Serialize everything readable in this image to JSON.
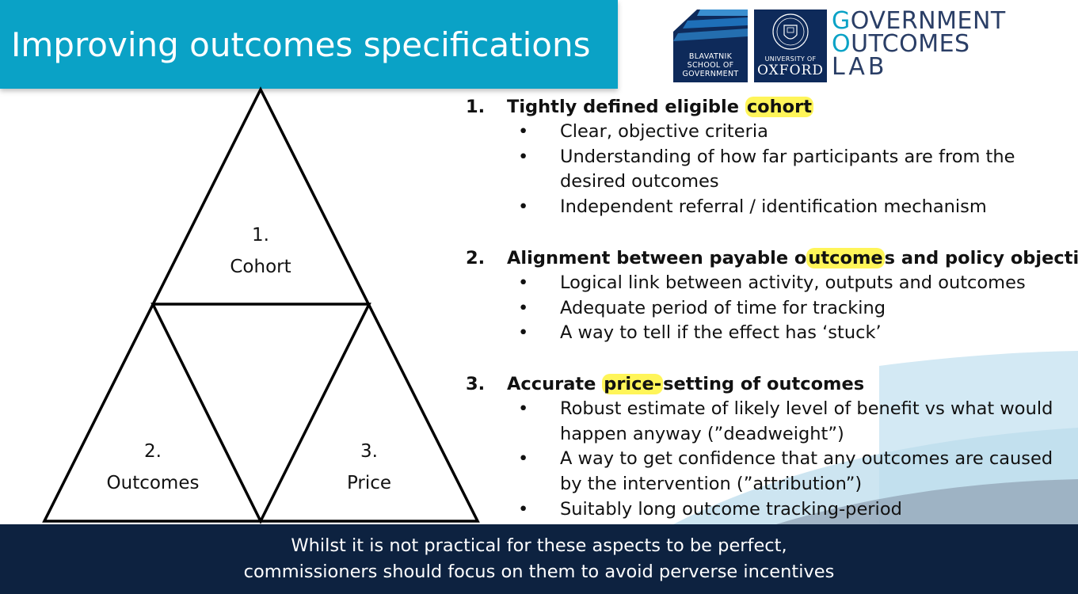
{
  "slide": {
    "title": "Improving outcomes specifications"
  },
  "logos": {
    "blavatnik": [
      "BLAVATNIK",
      "SCHOOL OF",
      "GOVERNMENT"
    ],
    "oxford_university": "UNIVERSITY OF",
    "oxford_name": "OXFORD",
    "gol_lines": [
      {
        "first": "G",
        "rest": "OVERNMENT"
      },
      {
        "first": "O",
        "rest": "UTCOMES"
      },
      {
        "first": "",
        "rest": "LAB"
      }
    ]
  },
  "triangle": {
    "top": {
      "number": "1.",
      "label": "Cohort"
    },
    "left": {
      "number": "2.",
      "label": "Outcomes"
    },
    "right": {
      "number": "3.",
      "label": "Price"
    }
  },
  "sections": [
    {
      "number": "1.",
      "heading_before": "Tightly defined eligible ",
      "heading_highlight": "cohort",
      "heading_after": "",
      "bullets": [
        "Clear, objective criteria",
        "Understanding of how far participants are from the desired outcomes",
        "Independent referral / identification mechanism"
      ]
    },
    {
      "number": "2.",
      "heading_before": "Alignment between payable o",
      "heading_highlight": "utcome",
      "heading_after": "s and policy objectives",
      "bullets": [
        "Logical link between activity, outputs and outcomes",
        "Adequate period of time for tracking",
        "A way to tell if the effect has ‘stuck’"
      ]
    },
    {
      "number": "3.",
      "heading_before": "Accurate ",
      "heading_highlight": "price-",
      "heading_after": "setting of outcomes",
      "bullets": [
        "Robust estimate of likely level of benefit vs what would happen anyway (”deadweight”)",
        "A way to get confidence that any outcomes are caused by the intervention (”attribution”)",
        "Suitably long outcome tracking-period"
      ]
    }
  ],
  "bullet_glyph": "•",
  "footer": {
    "line1": "Whilst it is not practical for these aspects to be perfect,",
    "line2": "commissioners should focus on them to avoid perverse incentives"
  },
  "colors": {
    "title_bar": "#0aa2c6",
    "footer": "#0d2240",
    "highlight": "#fff33c",
    "oxford_blue": "#0e2a5a"
  }
}
